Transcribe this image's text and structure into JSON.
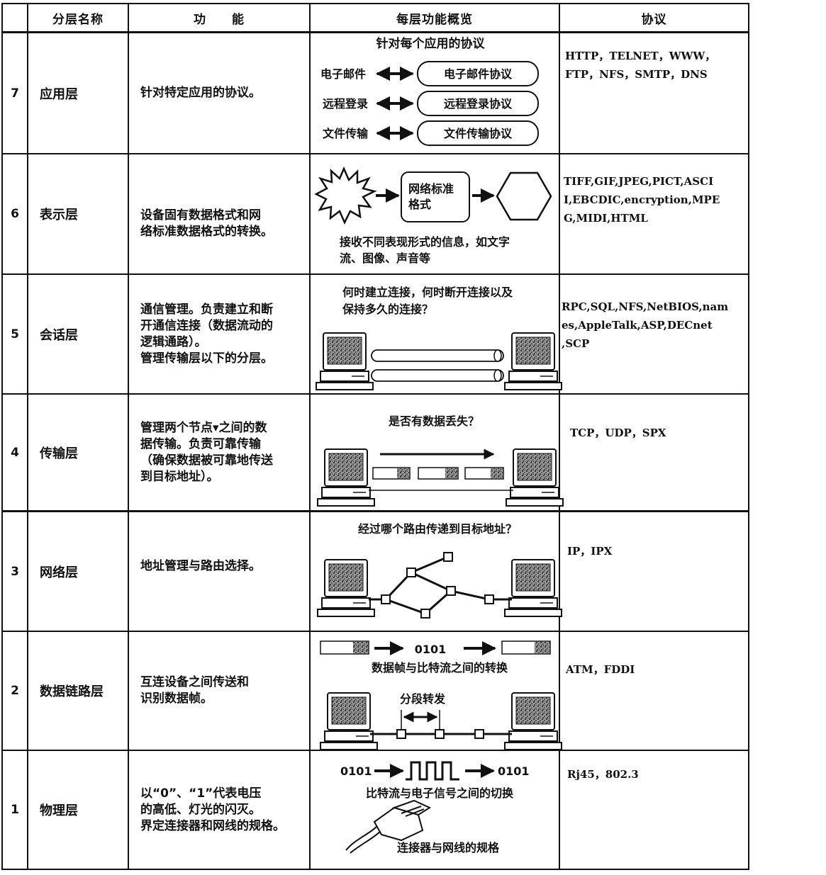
{
  "header": {
    "layer_name": "分层名称",
    "function": "功　　能",
    "overview": "每层功能概览",
    "protocol": "协议"
  },
  "layers": [
    {
      "number": "7",
      "name": "应用层",
      "function": "针对特定应用的协议。",
      "protocols": "HTTP，TELNET，WWW，\nFTP，NFS，SMTP，DNS",
      "overview": {
        "caption": "针对每个应用的协议",
        "rows": [
          {
            "left": "电子邮件",
            "right": "电子邮件协议"
          },
          {
            "left": "远程登录",
            "right": "远程登录协议"
          },
          {
            "left": "文件传输",
            "right": "文件传输协议"
          }
        ]
      }
    },
    {
      "number": "6",
      "name": "表示层",
      "function": "设备固有数据格式和网\n络标准数据格式的转换。",
      "protocols": "TIFF,GIF,JPEG,PICT,ASCI\nI,EBCDIC,encryption,MPE\nG,MIDI,HTML",
      "overview": {
        "box_line1": "网络标准",
        "box_line2": "格式",
        "caption_line1": "接收不同表现形式的信息，如文字",
        "caption_line2": "流、图像、声音等"
      }
    },
    {
      "number": "5",
      "name": "会话层",
      "function": "通信管理。负责建立和断\n开通信连接（数据流动的\n逻辑通路）。\n管理传输层以下的分层。",
      "protocols": "RPC,SQL,NFS,NetBIOS,nam\nes,AppleTalk,ASP,DECnet\n,SCP",
      "overview": {
        "caption_line1": "何时建立连接，何时断开连接以及",
        "caption_line2": "保持多久的连接？"
      }
    },
    {
      "number": "4",
      "name": "传输层",
      "function": "管理两个节点▾之间的数\n据传输。负责可靠传输\n（确保数据被可靠地传送\n到目标地址）。",
      "protocols": "TCP，UDP，SPX",
      "overview": {
        "caption": "是否有数据丢失？"
      }
    },
    {
      "number": "3",
      "name": "网络层",
      "function": "地址管理与路由选择。",
      "protocols": "IP，IPX",
      "overview": {
        "caption": "经过哪个路由传递到目标地址？"
      }
    },
    {
      "number": "2",
      "name": "数据链路层",
      "function": "互连设备之间传送和\n识别数据帧。",
      "protocols": "ATM，FDDI",
      "overview": {
        "bits": "0101",
        "caption": "数据帧与比特流之间的转换",
        "segment_label": "分段转发"
      }
    },
    {
      "number": "1",
      "name": "物理层",
      "function": "以“0”、“1”代表电压\n的高低、灯光的闪灭。\n界定连接器和网线的规格。",
      "protocols": "Rj45，802.3",
      "overview": {
        "bits_left": "0101",
        "bits_right": "0101",
        "caption": "比特流与电子信号之间的切换",
        "connector_caption": "连接器与网线的规格"
      }
    }
  ]
}
